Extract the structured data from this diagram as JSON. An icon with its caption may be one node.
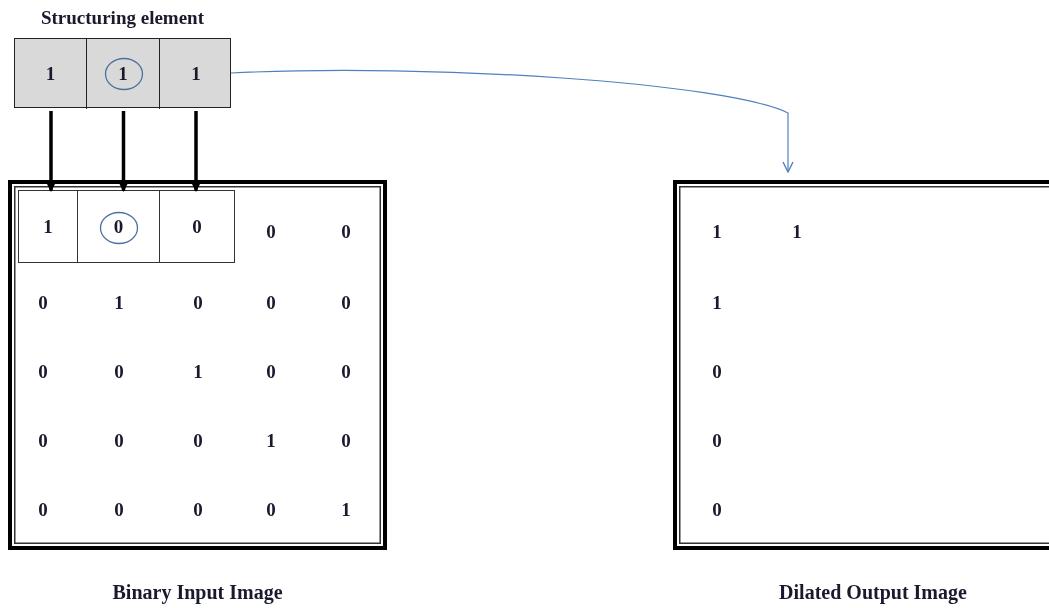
{
  "diagram": {
    "nodes": [
      {
        "text": [
          "Structuring element"
        ]
      },
      {
        "text": [
          "1"
        ],
        "in": 0
      },
      {
        "text": [
          "1"
        ],
        "in": 0
      },
      {
        "text": [
          "1"
        ],
        "in": 0
      },
      {
        "text": [
          "Binary Input Image"
        ]
      },
      {
        "text": [
          "1"
        ],
        "in": 4
      },
      {
        "text": [
          "0"
        ],
        "in": 4
      },
      {
        "text": [
          "0"
        ],
        "in": 4
      },
      {
        "text": [
          "Dilated Output Image"
        ]
      }
    ],
    "edges": [
      {
        "from": 1,
        "to": 5,
        "arrow": "to"
      },
      {
        "from": 2,
        "to": 6,
        "arrow": "to"
      },
      {
        "from": 3,
        "to": 7,
        "arrow": "to"
      },
      {
        "from": 0,
        "to": 8,
        "arrow": "to",
        "color": "#4f81bd"
      }
    ],
    "labels": [
      "0",
      "0",
      "0",
      "1",
      "0",
      "0",
      "0",
      "0",
      "0",
      "1",
      "0",
      "0",
      "0",
      "0",
      "0",
      "1",
      "0",
      "0",
      "0",
      "0",
      "0",
      "1",
      "1",
      "1",
      "1",
      "0",
      "0",
      "0"
    ]
  }
}
